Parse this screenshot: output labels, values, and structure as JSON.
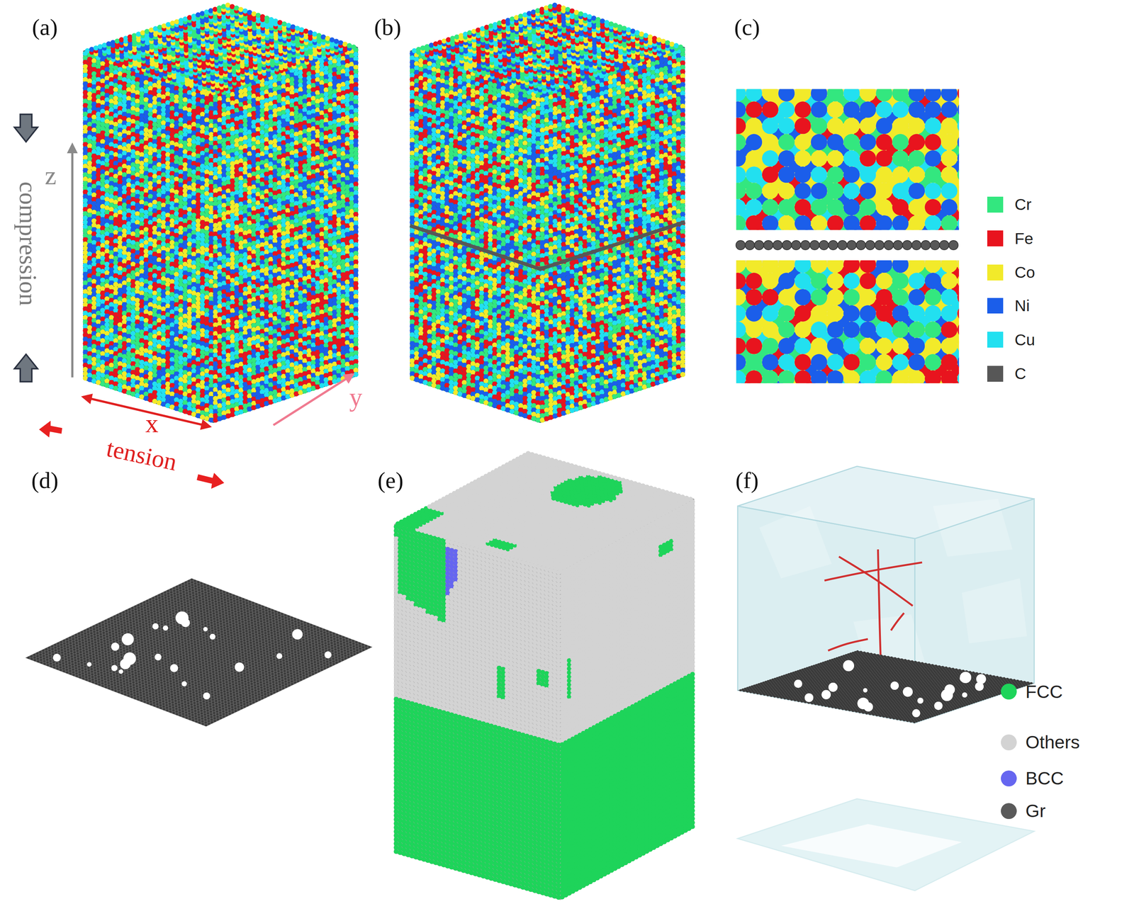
{
  "diagram": {
    "labels": [
      "(a)",
      "(b)",
      "(c)",
      "(d)",
      "(e)",
      "(f)",
      "z",
      "compression",
      "x",
      "tension",
      "y"
    ],
    "legend": [
      {
        "text": "Cr",
        "color": "#33E77F"
      },
      {
        "text": "Fe",
        "color": "#E8141E"
      },
      {
        "text": "Co",
        "color": "#F2EA2A"
      },
      {
        "text": "Ni",
        "color": "#1B5EEA"
      },
      {
        "text": "Cu",
        "color": "#22E0F0"
      },
      {
        "text": "C",
        "color": "#575757"
      },
      {
        "text": "FCC",
        "color": "#1ED45A"
      },
      {
        "text": "Others",
        "color": "#D3D3D3"
      },
      {
        "text": "BCC",
        "color": "#6666F0"
      },
      {
        "text": "Gr",
        "color": "#5A5A5A"
      }
    ]
  }
}
